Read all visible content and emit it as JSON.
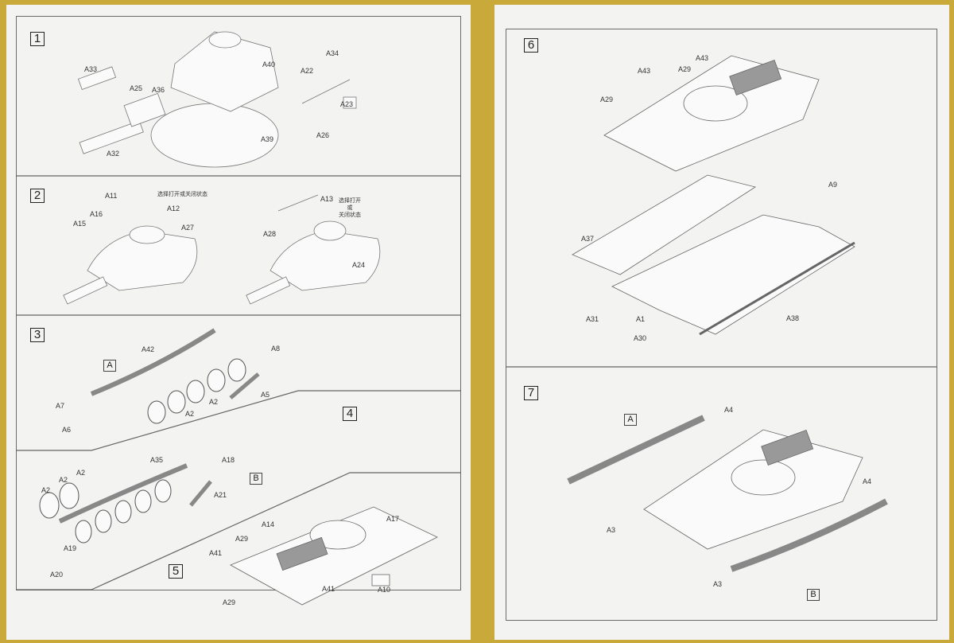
{
  "left_page": {
    "step1": {
      "number": "1",
      "labels": [
        "A33",
        "A25",
        "A36",
        "A40",
        "A34",
        "A22",
        "A23",
        "A26",
        "A39",
        "A32"
      ]
    },
    "step2": {
      "number": "2",
      "labels": [
        "A11",
        "A12",
        "A16",
        "A15",
        "A27",
        "A13",
        "A28",
        "A24"
      ],
      "note_left": "选择打开或关闭状态",
      "note_right": [
        "选择打开",
        "或",
        "关闭状态"
      ]
    },
    "step3": {
      "number": "3",
      "subassembly": "A",
      "labels": [
        "A42",
        "A8",
        "A7",
        "A2",
        "A5",
        "A2",
        "A6"
      ]
    },
    "step4": {
      "number": "4",
      "subassembly": "B",
      "labels": [
        "A2",
        "A35",
        "A18",
        "A2",
        "A2",
        "A21",
        "A19",
        "A20"
      ]
    },
    "step5": {
      "number": "5",
      "labels": [
        "A14",
        "A17",
        "A29",
        "A41",
        "A41",
        "A10",
        "A29"
      ]
    }
  },
  "right_page": {
    "step6": {
      "number": "6",
      "labels": [
        "A43",
        "A43",
        "A29",
        "A29",
        "A9",
        "A37",
        "A31",
        "A1",
        "A30",
        "A38"
      ]
    },
    "step7": {
      "number": "7",
      "subassemblies": [
        "A",
        "B"
      ],
      "labels": [
        "A4",
        "A4",
        "A3",
        "A3"
      ]
    }
  },
  "colors": {
    "background": "#c9a93a",
    "paper": "#f3f3f1",
    "line": "#555555"
  }
}
